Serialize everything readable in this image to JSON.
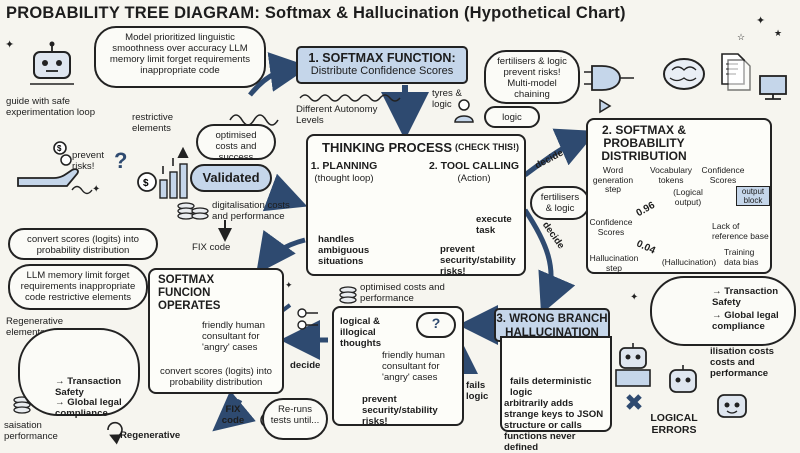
{
  "title": "PROBABILITY TREE DIAGRAM: Softmax & Hallucination (Hypothetical Chart)",
  "top_left_cloud": "Model prioritized linguistic smoothness over accuracy LLM memory limit forget requirements inappropriate code",
  "guide_text": "guide with safe experimentation loop",
  "restrictive_text": "restrictive elements",
  "prevent_risks_text": "prevent risks!",
  "validated_label": "Validated",
  "optimised_cloud": "optimised costs and success",
  "digitalisation_text": "digitalisation costs and performance",
  "fix_code_text": "FIX code",
  "convert_cloud": "convert scores (logits) into probability distribution",
  "llm_memory_cloud": "LLM memory limit forget requirements inappropriate code restrictive elements",
  "regenerative_elements_text": "Regenerative elements",
  "left_check_items": [
    "Transaction Safety",
    "Global legal compliance"
  ],
  "saisation_text": "saisation performance",
  "regenerative_text": "Regenerative",
  "step1": {
    "heading": "1. SOFTMAX FUNCTION:",
    "sub": "Distribute Confidence Scores"
  },
  "different_autonomy": "Different Autonomy Levels",
  "tyres_logic": "tyres & logic",
  "fertilisers_cloud": "fertilisers & logic prevent risks! Multi-model chaining",
  "logic_cloud": "logic",
  "thinking": {
    "title": "THINKING PROCESS",
    "check": "(CHECK THIS!)",
    "planning": "1. PLANNING",
    "planning_sub": "(thought loop)",
    "tool": "2. TOOL CALLING",
    "tool_sub": "(Action)",
    "execute": "execute task",
    "ambiguous": "handles ambiguous situations",
    "prevent": "prevent security/stability risks!"
  },
  "decide_label": "decide",
  "fertilisers_logic_cloud": "fertilisers & logic",
  "step2": {
    "heading": "2. SOFTMAX & PROBABILITY DISTRIBUTION",
    "word_gen": "Word generation step",
    "vocab": "Vocabulary tokens",
    "conf_scores_top": "Confidence Scores",
    "logical_output": "(Logical output)",
    "output_block": "output block",
    "p_high": "0.96",
    "p_low": "0.04",
    "conf_scores": "Confidence Scores",
    "lack_ref": "Lack of reference base",
    "halluc_step": "Hallucination step",
    "halluc_label": "(Hallucination)",
    "training_bias": "Training data bias"
  },
  "right_check_items": [
    "Transaction Safety",
    "Global legal compliance"
  ],
  "optimised_costs_text": "optimised costs and performance",
  "softmax_operates": {
    "title": "SOFTMAX FUNCION OPERATES",
    "friendly": "friendly human consultant for 'angry' cases",
    "convert": "convert scores (logits) into probability distribution"
  },
  "decide_bottom": "decide",
  "fix_code_bottom": "FIX code",
  "reruns_cloud": "Re-runs tests until...",
  "logical_box": {
    "logical": "logical & illogical thoughts",
    "friendly": "friendly human consultant for 'angry' cases",
    "prevent": "prevent security/stability risks!"
  },
  "step3": {
    "heading": "3. WRONG BRANCH HALLUCINATION",
    "fails": "fails deterministic logic",
    "arbitrary": "arbitrarily adds strange keys to JSON structure or calls functions never defined"
  },
  "fails_logic": "fails logic",
  "ilisation_text": "ilisation costs costs and performance",
  "logical_errors": "LOGICAL ERRORS"
}
